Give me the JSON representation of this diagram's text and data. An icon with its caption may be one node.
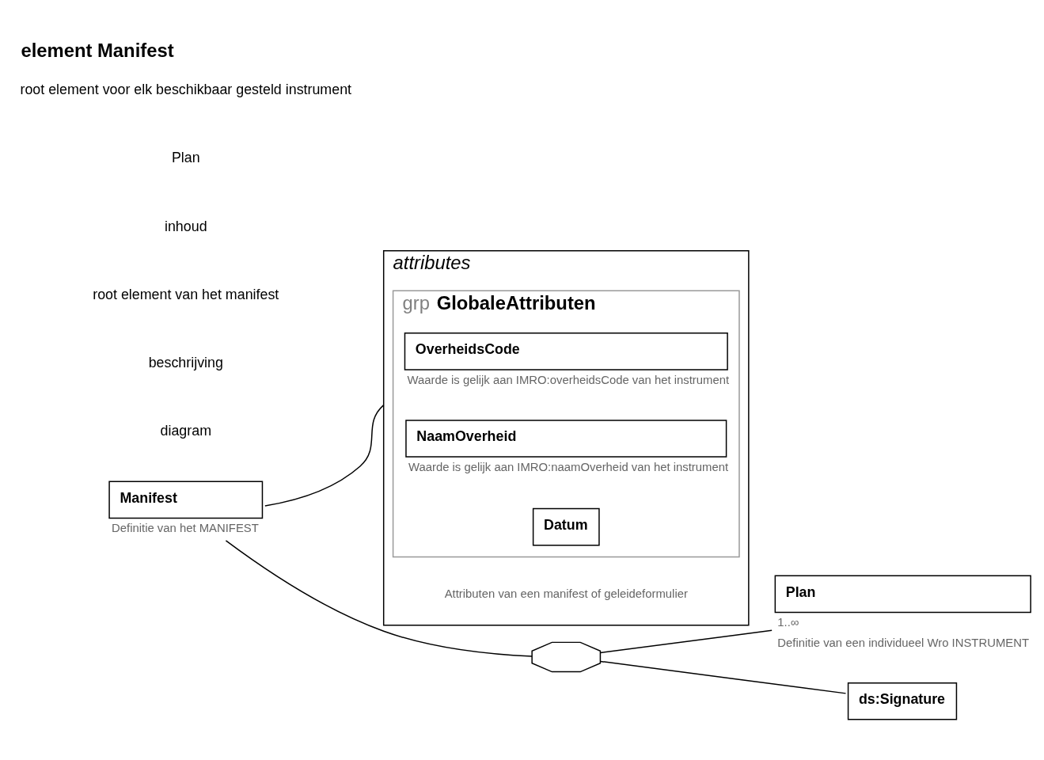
{
  "diagram": {
    "title": "element Manifest",
    "nodes": [
      {
        "text": [
          "Manifest"
        ],
        "beside": [
          "Definitie van het MANIFEST"
        ]
      },
      {
        "text": [
          "attributes"
        ]
      },
      {
        "text": [
          "grp",
          "GlobaleAttributen"
        ],
        "in": 1,
        "beside": [
          "Attributen van een manifest of geleideformulier"
        ]
      },
      {
        "text": [
          "OverheidsCode"
        ],
        "in": 2,
        "beside": [
          "Waarde is gelijk aan IMRO:overheidsCode van het instrument"
        ]
      },
      {
        "text": [
          "NaamOverheid"
        ],
        "in": 2,
        "beside": [
          "Waarde is gelijk aan IMRO:naamOverheid van het instrument"
        ]
      },
      {
        "text": [
          "Datum"
        ],
        "in": 2
      },
      {
        "text": [],
        "shape": "octagon"
      },
      {
        "text": [
          "Plan"
        ],
        "beside": [
          "1..∞",
          "Definitie van een individueel Wro INSTRUMENT"
        ]
      },
      {
        "text": [
          "ds:Signature"
        ]
      }
    ],
    "edges": [
      {
        "from": 0,
        "to": 1,
        "arrow": "none"
      },
      {
        "from": 0,
        "to": 6,
        "arrow": "none"
      },
      {
        "from": 6,
        "to": 7,
        "arrow": "none"
      },
      {
        "from": 6,
        "to": 8,
        "arrow": "none"
      }
    ],
    "labels": [
      "diagram",
      "beschrijving",
      "root element van het manifest",
      "inhoud",
      "Plan",
      "root element voor elk beschikbaar gesteld instrument"
    ]
  }
}
